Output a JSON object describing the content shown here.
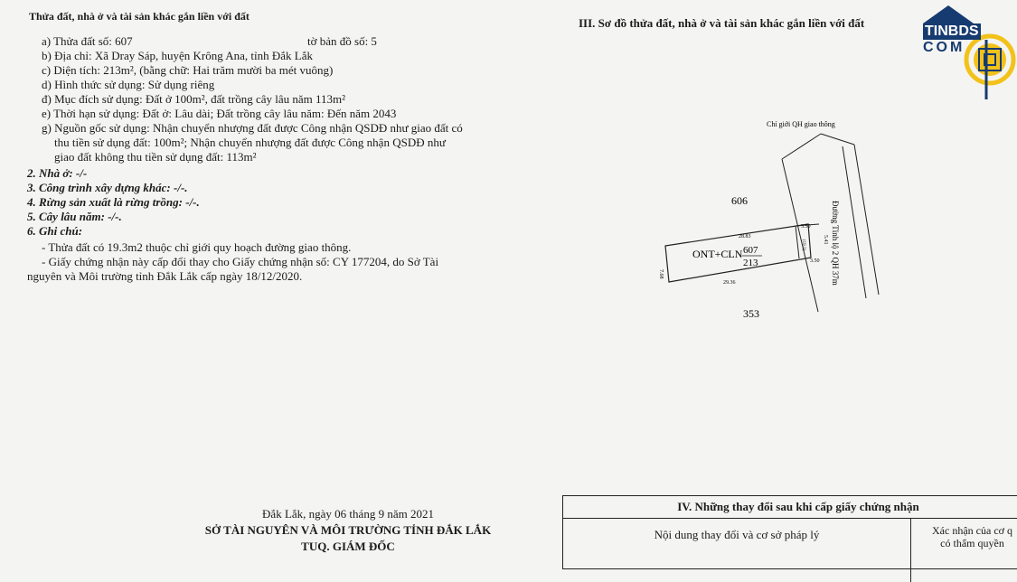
{
  "left": {
    "header": "Thửa đất, nhà ở và tài sản khác gắn liền với đất",
    "line_a_left": "a) Thửa đất số: 607",
    "line_a_right": "tờ bản đồ số:  5",
    "line_b": "b) Địa chỉ:  Xã Dray Sáp, huyện Krông Ana, tỉnh Đắk Lắk",
    "line_c": "c) Diện tích:            213m², (bằng chữ: Hai trăm mười ba mét vuông)",
    "line_d": "d) Hình thức sử dụng:  Sử dụng riêng",
    "line_dd": "đ) Mục đích sử dụng:  Đất ở 100m², đất trồng cây lâu năm 113m²",
    "line_e": "e) Thời hạn sử dụng:  Đất ở: Lâu dài; Đất trồng cây lâu năm: Đến năm 2043",
    "line_g1": "g) Nguồn gốc sử dụng:  Nhận chuyển nhượng đất được Công nhận QSDĐ như giao đất có",
    "line_g2": "thu tiền sử dụng đất: 100m²; Nhận chuyển nhượng đất được Công nhận QSDĐ như",
    "line_g3": "giao đất không thu tiền sử dụng đất: 113m²",
    "item2": "2. Nhà ở: -/-",
    "item3": "3. Công trình xây dựng khác: -/-.",
    "item4": "4. Rừng sản xuất là rừng trồng: -/-.",
    "item5": "5. Cây lâu năm: -/-.",
    "item6": "6. Ghi chú:",
    "note1": "- Thửa đất có 19.3m2 thuộc chỉ giới quy hoạch đường giao thông.",
    "note2a": "- Giấy chứng nhận này cấp đổi thay cho Giấy chứng nhận số: CY 177204, do Sở Tài",
    "note2b": "nguyên và Môi trường tỉnh Đắk Lắk cấp ngày 18/12/2020."
  },
  "right_title": "III. Sơ đồ thửa đất, nhà ở và tài sản khác gắn liền với đất",
  "logo": {
    "line1": "TINBDS",
    "line2": "COM",
    "colors": {
      "navy": "#163b70",
      "gold": "#f2c21b"
    }
  },
  "map": {
    "road_limit_label": "Chỉ giới QH giao thông",
    "neighbor_top": "606",
    "neighbor_bottom": "353",
    "parcel_label": "ONT+CLN",
    "parcel_number": "607",
    "parcel_area": "213",
    "road_label": "Đường Tỉnh lộ 2 QH 37m",
    "dim_top": "28.83",
    "dim_bottom": "29.36",
    "dim_left": "7.68",
    "dim_right": "5.41",
    "dim_r1": "3.50",
    "dim_r2": "3.50",
    "dim_small": "(19.3)"
  },
  "signature": {
    "date": "Đắk Lắk, ngày  06  tháng  9   năm 2021",
    "org": "SỞ TÀI NGUYÊN VÀ MÔI TRƯỜNG TỈNH ĐẮK LẮK",
    "role": "TUQ. GIÁM ĐỐC"
  },
  "changes_table": {
    "title": "IV. Những thay đổi sau khi cấp giấy chứng nhận",
    "col1": "Nội dung thay đổi và cơ sở pháp lý",
    "col2a": "Xác nhận của cơ q",
    "col2b": "có thẩm quyền"
  }
}
